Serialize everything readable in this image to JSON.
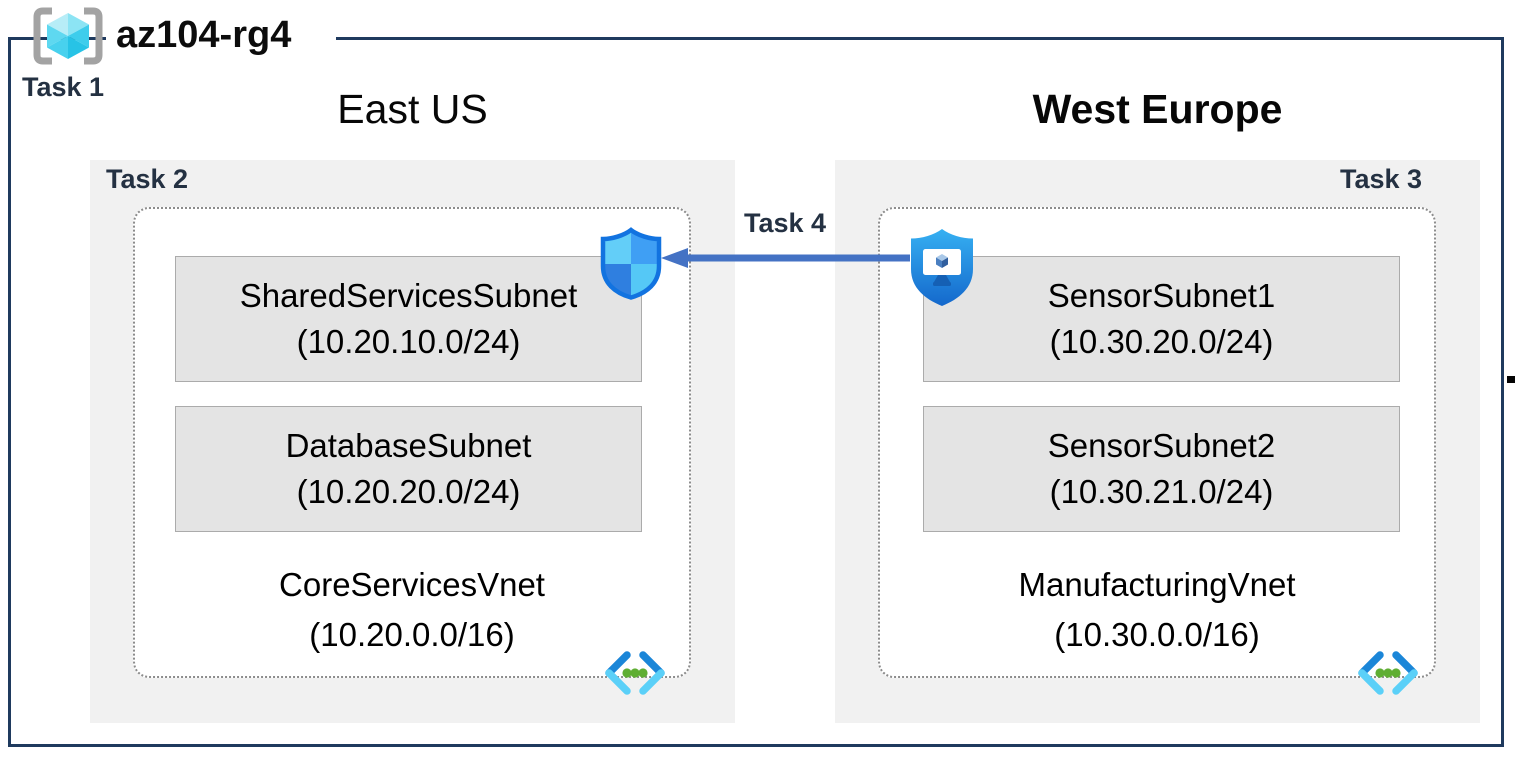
{
  "colors": {
    "border-navy": "#1f3a5e",
    "task-text": "#243142",
    "arrow-blue": "#4472c4",
    "region-bg": "#f1f1f1",
    "subnet-bg": "#e4e4e4",
    "subnet-border": "#ababab",
    "vnet-border": "#8c8c8c"
  },
  "icons": {
    "resource_group": "brackets-cube",
    "network_security": "checkered-shield",
    "secured_vm": "shield-monitor-cube",
    "virtual_network": "chevrons-with-dots"
  },
  "resource_group": {
    "name": "az104-rg4",
    "task_label": "Task 1"
  },
  "regions": [
    {
      "name": "East US",
      "task_label": "Task 2",
      "vnet": {
        "name": "CoreServicesVnet",
        "cidr": "(10.20.0.0/16)",
        "subnets": [
          {
            "name": "SharedServicesSubnet",
            "cidr": "(10.20.10.0/24)"
          },
          {
            "name": "DatabaseSubnet",
            "cidr": "(10.20.20.0/24)"
          }
        ]
      }
    },
    {
      "name": "West Europe",
      "task_label": "Task 3",
      "vnet": {
        "name": "ManufacturingVnet",
        "cidr": "(10.30.0.0/16)",
        "subnets": [
          {
            "name": "SensorSubnet1",
            "cidr": "(10.30.20.0/24)"
          },
          {
            "name": "SensorSubnet2",
            "cidr": "(10.30.21.0/24)"
          }
        ]
      }
    }
  ],
  "peering_arrow": {
    "task_label": "Task 4",
    "direction": "west-europe-to-east-us"
  }
}
